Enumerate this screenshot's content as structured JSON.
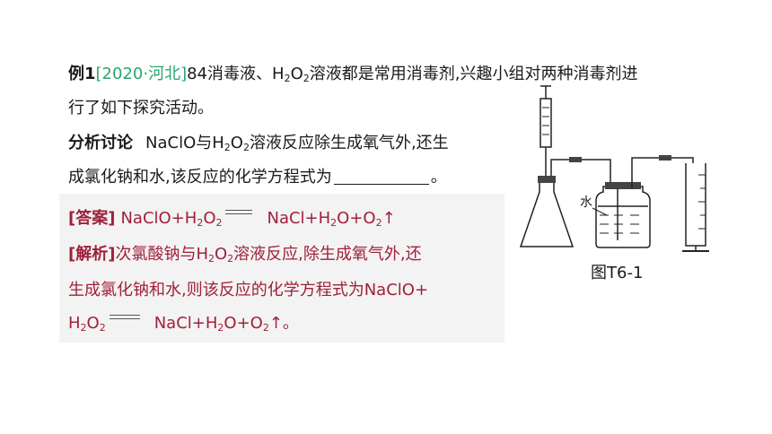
{
  "question": {
    "label": "例1",
    "source": "[2020·河北]",
    "line1_a": "84消毒液、H",
    "line1_b": "O",
    "line1_c": "溶液都是常用消毒剂,兴趣小组对两种消毒剂进",
    "line2": "行了如下探究活动。",
    "analysis_heading": "分析讨论",
    "line3_a": "NaClO与H",
    "line3_b": "O",
    "line3_c": "溶液反应除生成氧气外,还生",
    "line4_a": "成氯化钠和水,该反应的化学方程式为",
    "line4_b": "。",
    "sub2": "2"
  },
  "answer": {
    "label": "[答案]",
    "eq_left_a": "NaClO+H",
    "eq_left_b": "O",
    "eq_right_a": "NaCl+H",
    "eq_right_b": "O+O",
    "eq_right_c": "↑"
  },
  "explanation": {
    "label": "[解析]",
    "line1_a": "次氯酸钠与H",
    "line1_b": "O",
    "line1_c": "溶液反应,除生成氧气外,还",
    "line2": "生成氯化钠和水,则该反应的化学方程式为NaClO+",
    "line3_a": "H",
    "line3_b": "O",
    "line3_c": "NaCl+H",
    "line3_d": "O+O",
    "line3_e": "↑。"
  },
  "figure": {
    "water_label": "水",
    "caption": "图T6-1"
  }
}
